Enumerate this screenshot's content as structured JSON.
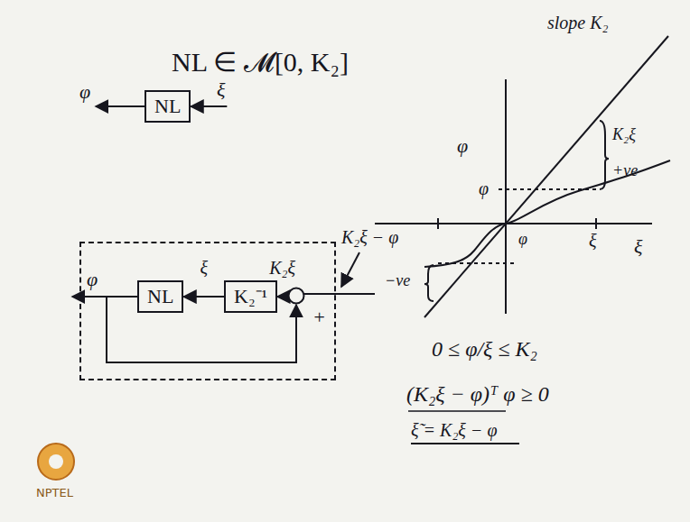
{
  "diagram": {
    "title": "NL ∈ 𝓜[0, K₂]",
    "nodes": [
      {
        "text": [
          "NL"
        ]
      },
      {
        "text": [
          "φ"
        ]
      },
      {
        "text": [
          "NL"
        ],
        "in": 1
      },
      {
        "text": [
          "K₂⁻¹"
        ],
        "in": 1
      },
      {
        "text": [
          "+"
        ],
        "in": 1
      }
    ],
    "edges": [
      {
        "from": 3,
        "to": 2,
        "label": "ξ",
        "arrow": "to"
      },
      {
        "from": 4,
        "to": 3,
        "label": "K₂ξ",
        "arrow": "to"
      },
      {
        "from": 2,
        "to": 4,
        "arrow": "to"
      }
    ],
    "labels": [
      "φ",
      "ξ",
      "K₂ξ − φ",
      "slope K₂",
      "φ",
      "φ",
      "K₂ξ",
      "+ve",
      "ξ",
      "ξ",
      "φ",
      "−ve",
      "0 ≤ φ/ξ ≤ K₂",
      "(K₂ξ − φ)ᵀ φ ≥ 0",
      "ξ̃ = K₂ξ − φ",
      "NPTEL"
    ]
  }
}
